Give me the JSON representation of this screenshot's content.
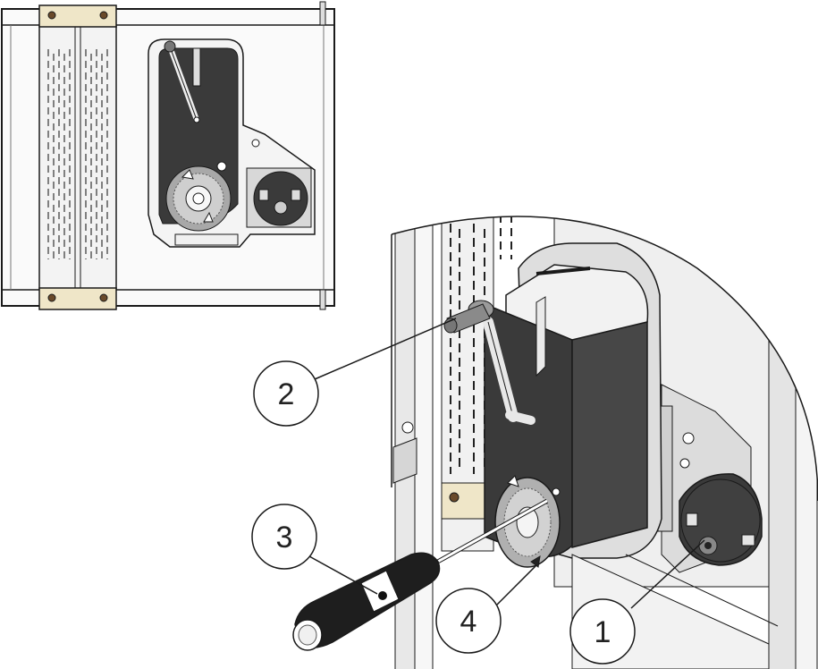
{
  "callouts": [
    {
      "id": "1",
      "label": "1"
    },
    {
      "id": "2",
      "label": "2"
    },
    {
      "id": "3",
      "label": "3"
    },
    {
      "id": "4",
      "label": "4"
    }
  ],
  "colors": {
    "line": "#1a1a1a",
    "housing": "#3a3a3a",
    "panel_tan": "#efe6c8",
    "metal_light": "#e8e8e8",
    "metal_mid": "#bdbdbd"
  },
  "icons": {
    "actuator": "actuator-icon",
    "screwdriver": "screwdriver-icon",
    "dial": "dial-icon",
    "lever": "lever-icon",
    "connector": "connector-icon"
  }
}
